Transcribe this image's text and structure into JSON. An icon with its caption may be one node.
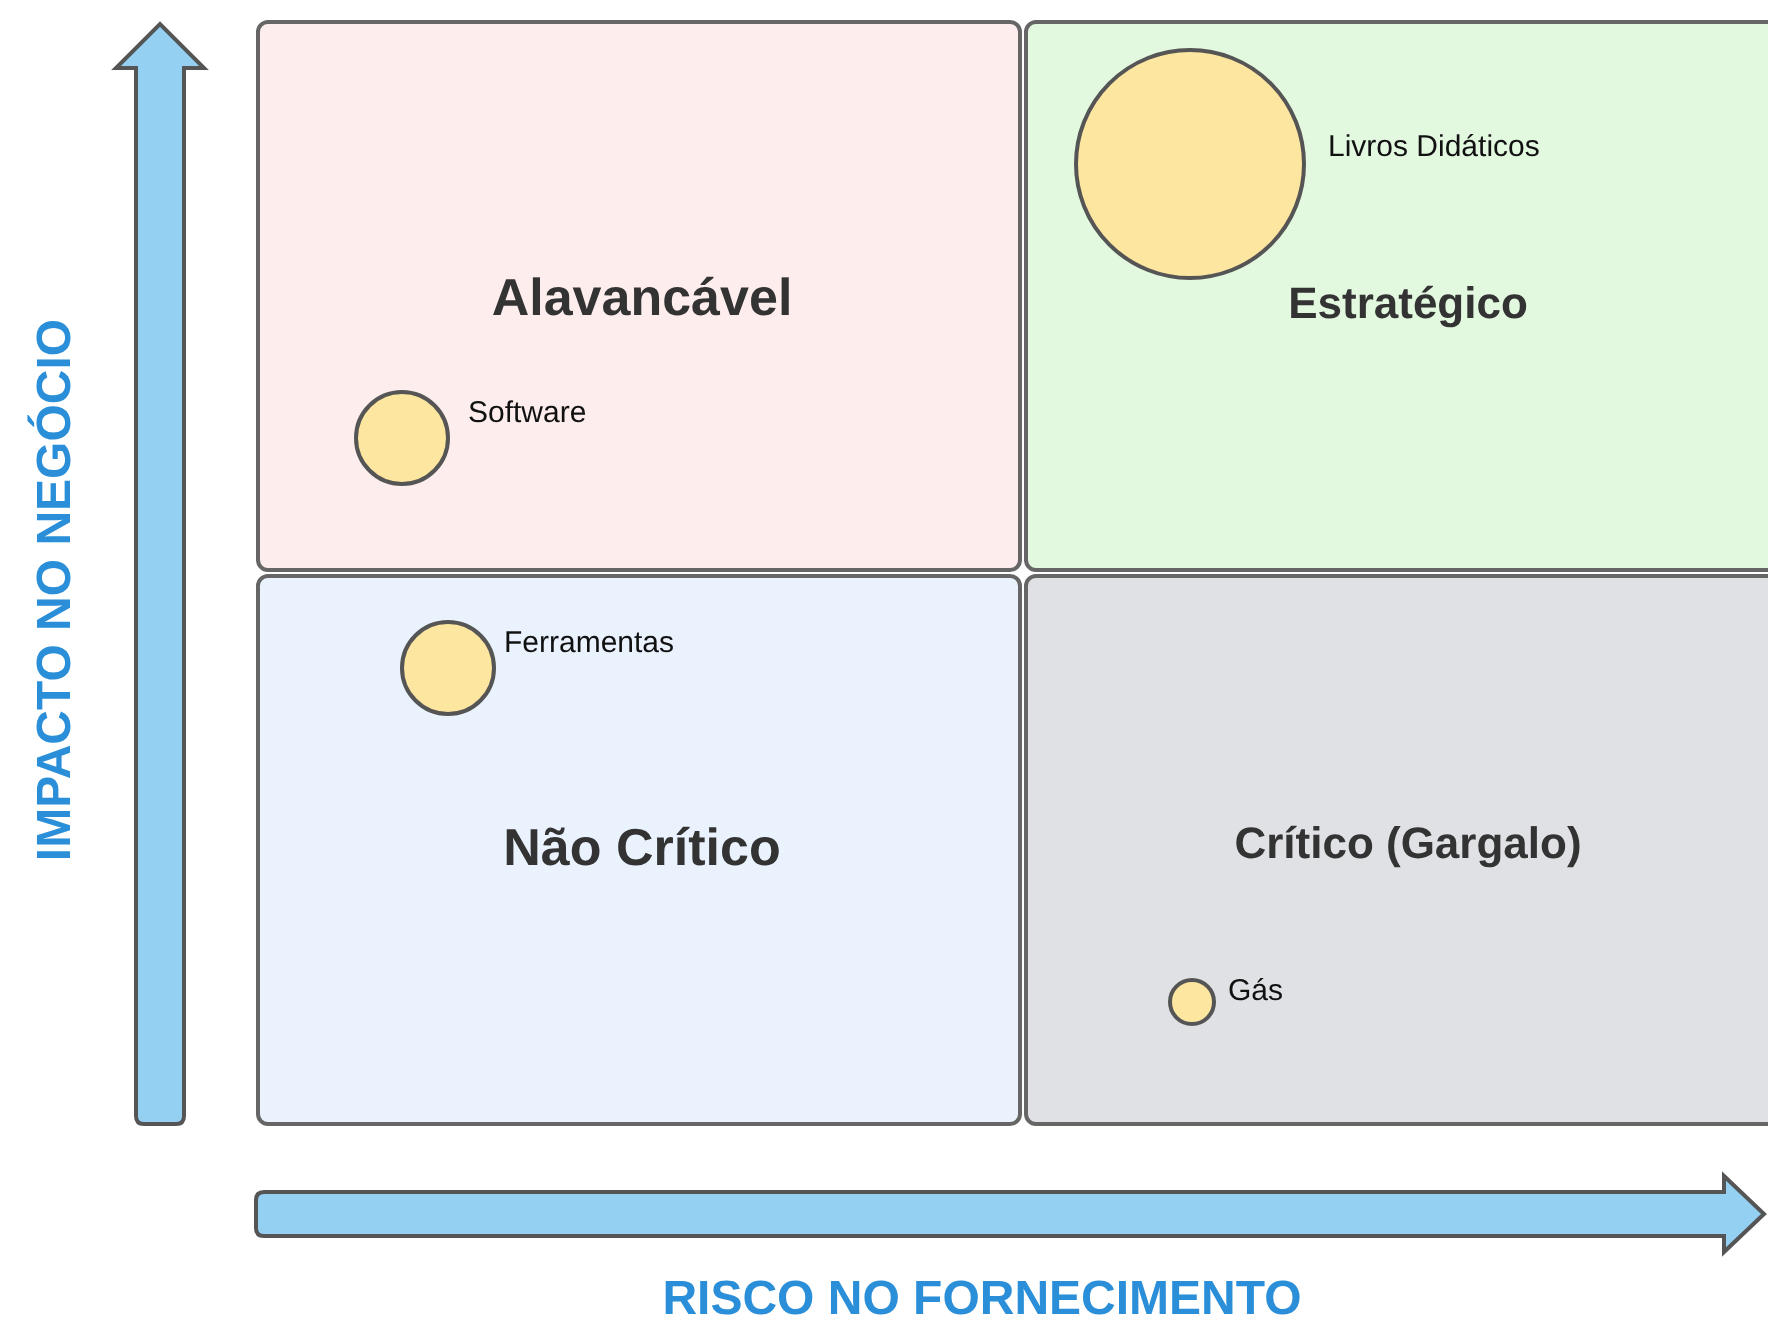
{
  "diagram": {
    "nodes": [
      {
        "text": [
          "Alavancável"
        ]
      },
      {
        "text": [],
        "shape": "circle",
        "beside": [
          "Software"
        ],
        "in": 0
      },
      {
        "text": [
          "Estratégico"
        ]
      },
      {
        "text": [],
        "shape": "circle",
        "beside": [
          "Livros Didáticos"
        ],
        "in": 2
      },
      {
        "text": [
          "Não Crítico"
        ]
      },
      {
        "text": [],
        "shape": "circle",
        "beside": [
          "Ferramentas"
        ],
        "in": 4
      },
      {
        "text": [
          "Crítico (Gargalo)"
        ]
      },
      {
        "text": [],
        "shape": "circle",
        "beside": [
          "Gás"
        ],
        "in": 6
      }
    ],
    "labels": [
      "IMPACTO NO NEGÓCIO",
      "RISCO NO FORNECIMENTO"
    ]
  }
}
